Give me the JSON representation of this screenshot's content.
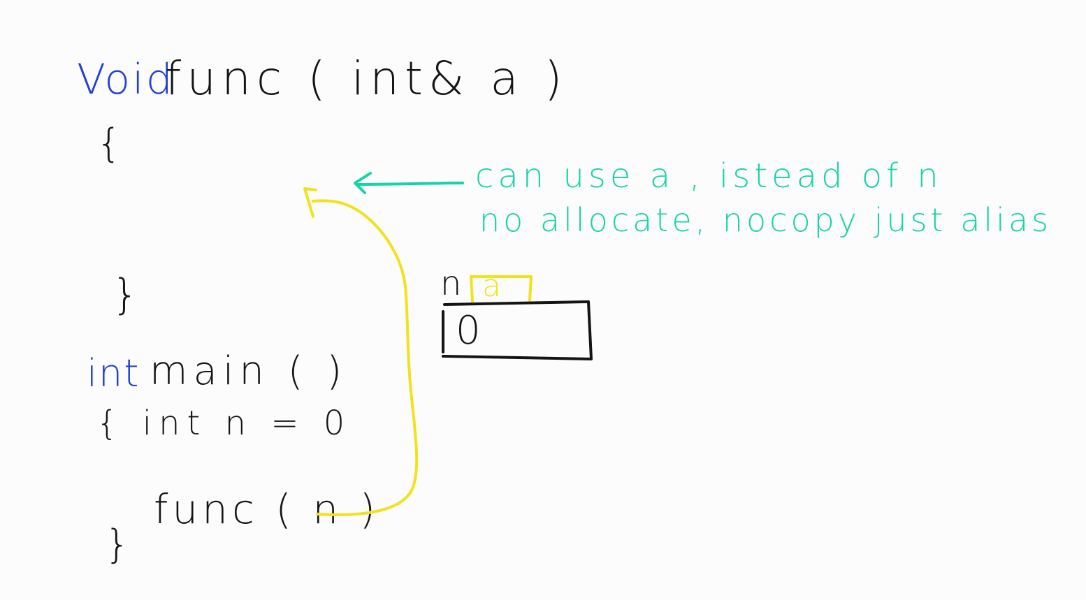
{
  "code": {
    "func_keyword": "Void",
    "func_signature": "func ( int& a )",
    "func_open_brace": "{",
    "func_close_brace": "}",
    "main_keyword": "int",
    "main_signature": "main ( )",
    "main_body_line": "{ int  n = 0",
    "main_call_line": "func ( n )",
    "main_close_brace": "}"
  },
  "note": {
    "line1": "can use a , istead of n",
    "line2": "no allocate, nocopy  just alias"
  },
  "memory": {
    "var_label": "n",
    "alias_label": "a",
    "cell_value": "0"
  },
  "colors": {
    "keyword_ink": "#1f3fd6",
    "code_ink": "#141414",
    "note_ink": "#14d4a8",
    "alias_ink": "#f2e21e",
    "background": "#fcfcfc"
  }
}
